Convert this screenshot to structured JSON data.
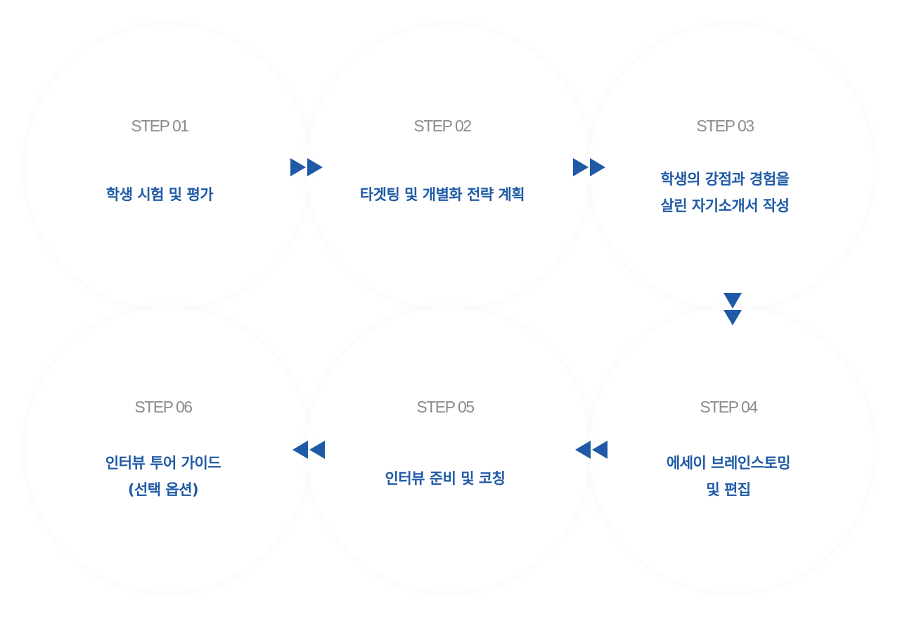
{
  "steps": [
    {
      "label": "STEP 01",
      "title_lines": [
        "학생 시험 및 평가"
      ]
    },
    {
      "label": "STEP 02",
      "title_lines": [
        "타겟팅 및 개별화 전략 계획"
      ]
    },
    {
      "label": "STEP 03",
      "title_lines": [
        "학생의 강점과 경험을",
        "살린 자기소개서 작성"
      ]
    },
    {
      "label": "STEP 04",
      "title_lines": [
        "에세이 브레인스토밍",
        "및 편집"
      ]
    },
    {
      "label": "STEP 05",
      "title_lines": [
        "인터뷰 준비 및 코칭"
      ]
    },
    {
      "label": "STEP 06",
      "title_lines": [
        "인터뷰 투어 가이드",
        "(선택 옵션)"
      ]
    }
  ],
  "colors": {
    "accent": "#1f5aa6",
    "step_label": "#8c8c8c"
  }
}
